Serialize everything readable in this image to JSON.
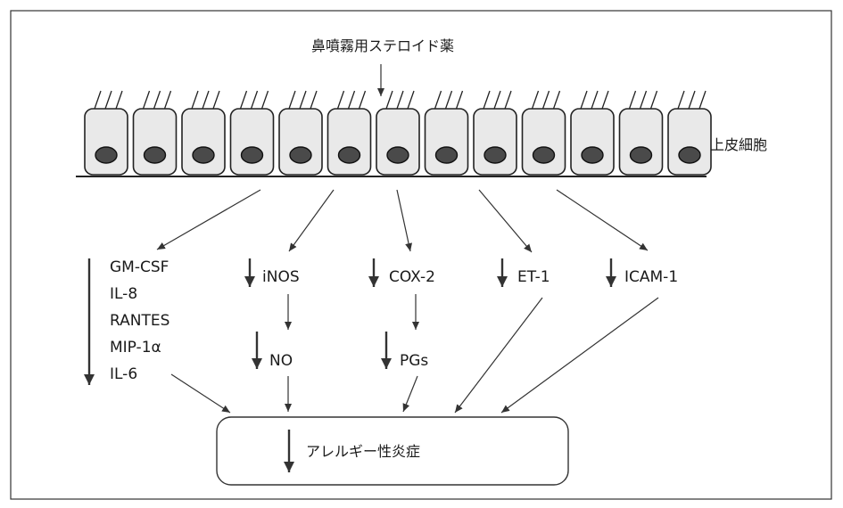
{
  "drug_label": "鼻噴霧用ステロイド薬",
  "epithelium_label": "上皮細胞",
  "cytokine_group": [
    "GM-CSF",
    "IL-8",
    "RANTES",
    "MIP-1α",
    "IL-6"
  ],
  "mediators": [
    "iNOS",
    "COX-2",
    "ET-1",
    "ICAM-1"
  ],
  "products": [
    "NO",
    "PGs"
  ],
  "outcome": "アレルギー性炎症",
  "colors": {
    "line": "#333333",
    "cell_fill": "#e9e9e9",
    "nucleus": "#4a4a4a"
  }
}
